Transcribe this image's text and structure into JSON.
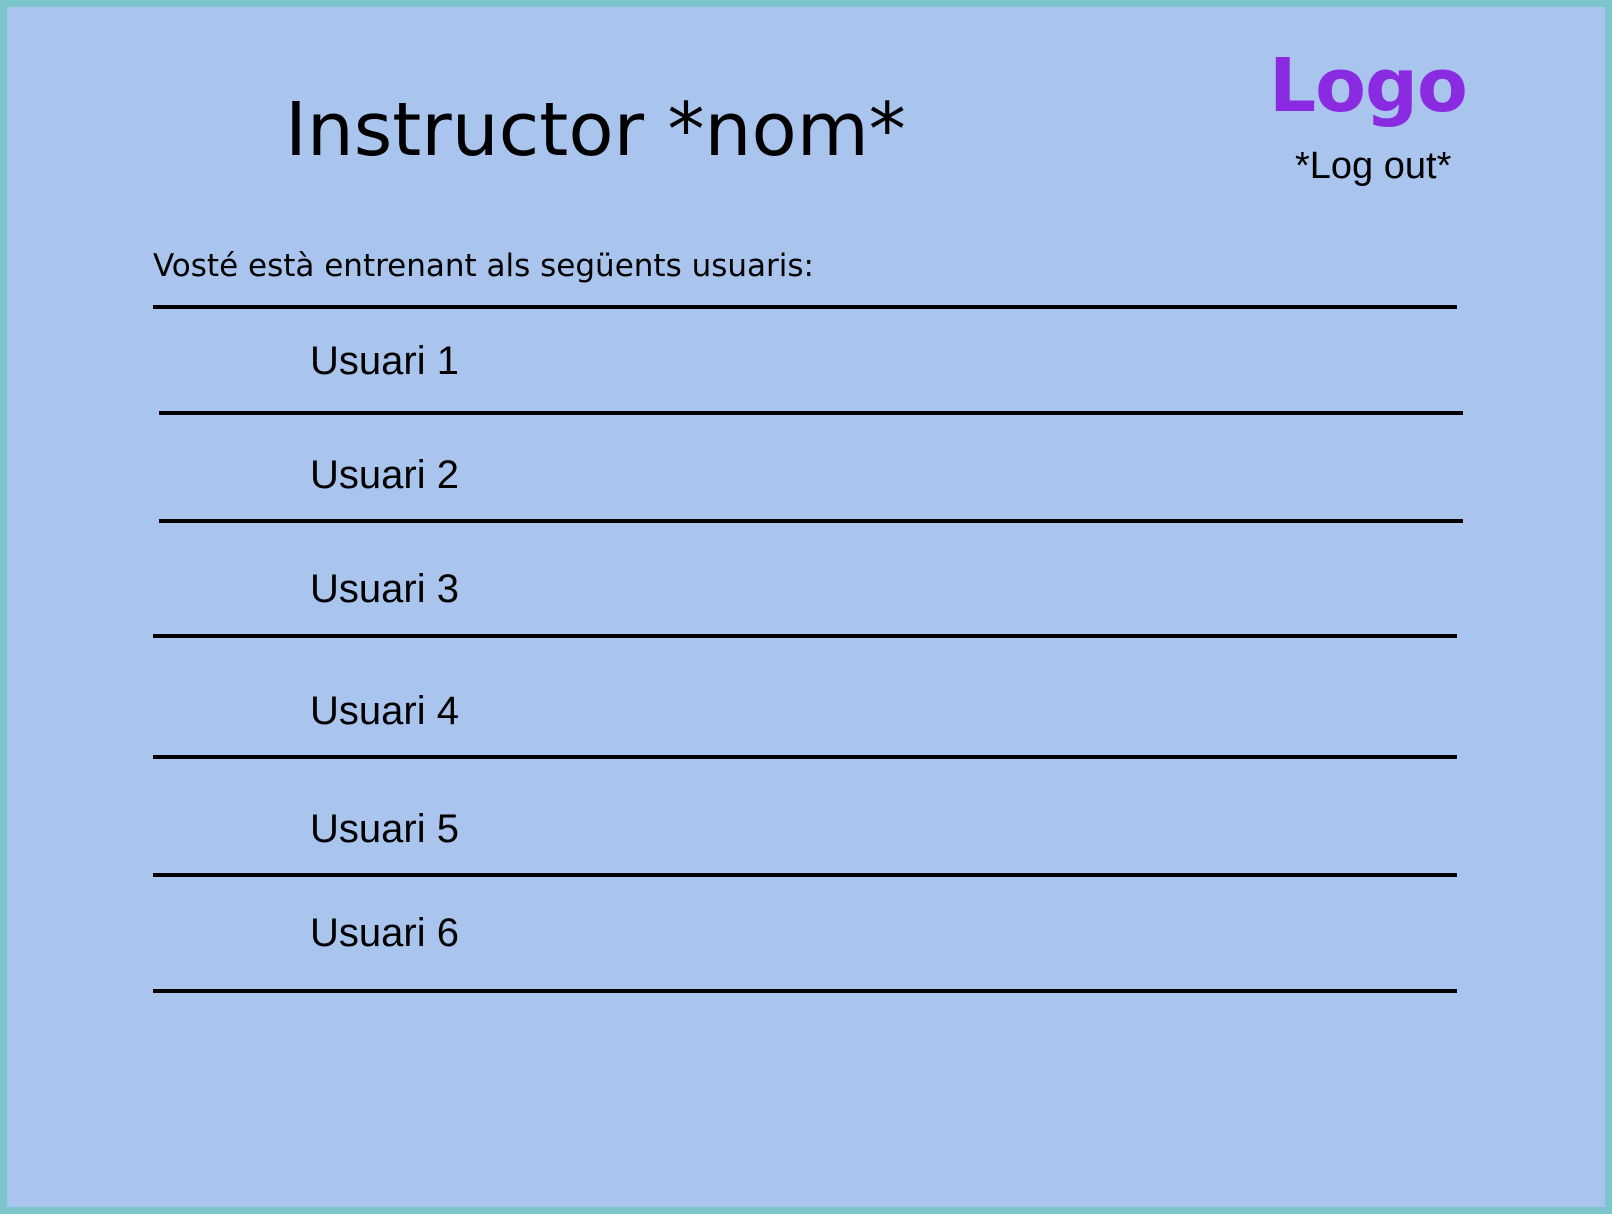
{
  "header": {
    "title": "Instructor *nom*",
    "logo": "Logo",
    "logout": "*Log out*"
  },
  "intro": "Vosté està entrenant als següents usuaris:",
  "users": [
    {
      "label": "Usuari 1"
    },
    {
      "label": "Usuari 2"
    },
    {
      "label": "Usuari 3"
    },
    {
      "label": "Usuari 4"
    },
    {
      "label": "Usuari 5"
    },
    {
      "label": "Usuari 6"
    }
  ],
  "colors": {
    "background": "#a9c4ed",
    "border": "#7cc6cb",
    "logo": "#8a2be2",
    "text": "#000000"
  }
}
